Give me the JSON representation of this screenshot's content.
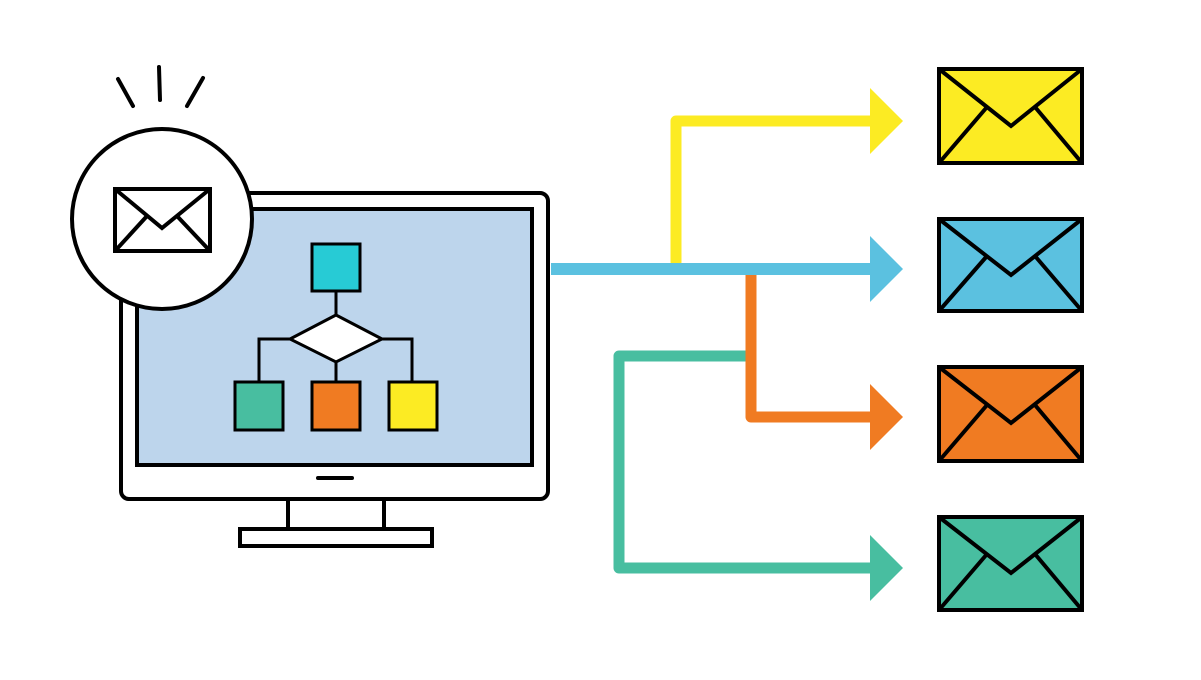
{
  "colors": {
    "yellow": "#FCEB23",
    "blue": "#5BC1E0",
    "orange": "#F07B22",
    "green": "#48BEA0",
    "cyan": "#27CBD5",
    "screen": "#BDD5EC",
    "outline": "#000000",
    "background": "#FFFFFF"
  },
  "icons": {
    "notification": "envelope-icon",
    "workflow": "flowchart-icon",
    "device": "desktop-monitor-icon"
  },
  "flowchart": {
    "top_node_color": "cyan",
    "decision_shape": "diamond",
    "branch_colors": [
      "green",
      "orange",
      "yellow"
    ]
  },
  "routes": [
    {
      "color": "yellow",
      "target": "envelope-yellow"
    },
    {
      "color": "blue",
      "target": "envelope-blue"
    },
    {
      "color": "orange",
      "target": "envelope-orange"
    },
    {
      "color": "green",
      "target": "envelope-green"
    }
  ],
  "envelopes": [
    {
      "name": "envelope-yellow",
      "color": "yellow"
    },
    {
      "name": "envelope-blue",
      "color": "blue"
    },
    {
      "name": "envelope-orange",
      "color": "orange"
    },
    {
      "name": "envelope-green",
      "color": "green"
    }
  ]
}
